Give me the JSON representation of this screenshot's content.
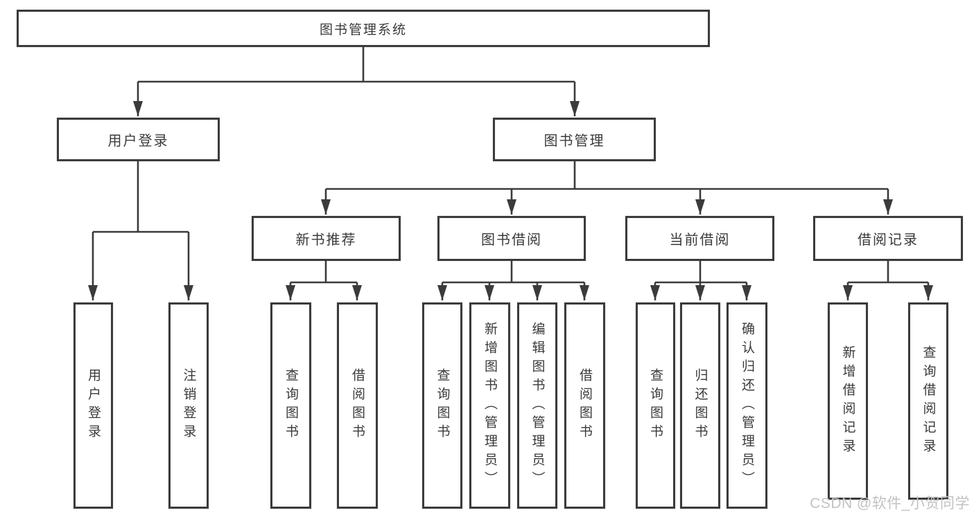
{
  "diagram": {
    "root": {
      "label": "图书管理系统",
      "children": [
        {
          "label": "用户登录",
          "children": [
            {
              "label": "用户登录"
            },
            {
              "label": "注销登录"
            }
          ]
        },
        {
          "label": "图书管理",
          "children": [
            {
              "label": "新书推荐",
              "children": [
                {
                  "label": "查询图书"
                },
                {
                  "label": "借阅图书"
                }
              ]
            },
            {
              "label": "图书借阅",
              "children": [
                {
                  "label": "查询图书"
                },
                {
                  "label": "新增图书（管理员）"
                },
                {
                  "label": "编辑图书（管理员）"
                },
                {
                  "label": "借阅图书"
                }
              ]
            },
            {
              "label": "当前借阅",
              "children": [
                {
                  "label": "查询图书"
                },
                {
                  "label": "归还图书"
                },
                {
                  "label": "确认归还（管理员）"
                }
              ]
            },
            {
              "label": "借阅记录",
              "children": [
                {
                  "label": "新增借阅记录"
                },
                {
                  "label": "查询借阅记录"
                }
              ]
            }
          ]
        }
      ]
    }
  },
  "watermark": {
    "text": "CSDN @软件_小贺同学"
  },
  "colors": {
    "line": "#3b3b3b",
    "text": "#3a3a3a",
    "watermark": "#c2c2c2",
    "background": "#ffffff"
  }
}
